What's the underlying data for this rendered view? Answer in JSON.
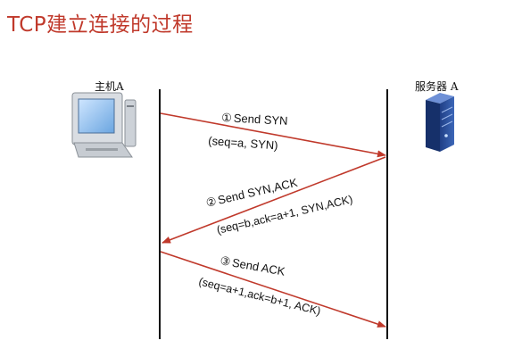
{
  "title": "TCP建立连接的过程",
  "host_a": {
    "label": "主机A",
    "icon": "desktop-computer-icon"
  },
  "server_a": {
    "label": "服务器 A",
    "icon": "server-icon"
  },
  "messages": [
    {
      "step": "①",
      "label": "Send SYN",
      "detail": "(seq=a, SYN)",
      "direction": "host-to-server"
    },
    {
      "step": "②",
      "label": "Send SYN,ACK",
      "detail": "(seq=b,ack=a+1, SYN,ACK)",
      "direction": "server-to-host"
    },
    {
      "step": "③",
      "label": "Send ACK",
      "detail": "(seq=a+1,ack=b+1, ACK)",
      "direction": "host-to-server"
    }
  ],
  "colors": {
    "title": "#c0392b",
    "arrow": "#c0392b",
    "timeline": "#111111"
  }
}
